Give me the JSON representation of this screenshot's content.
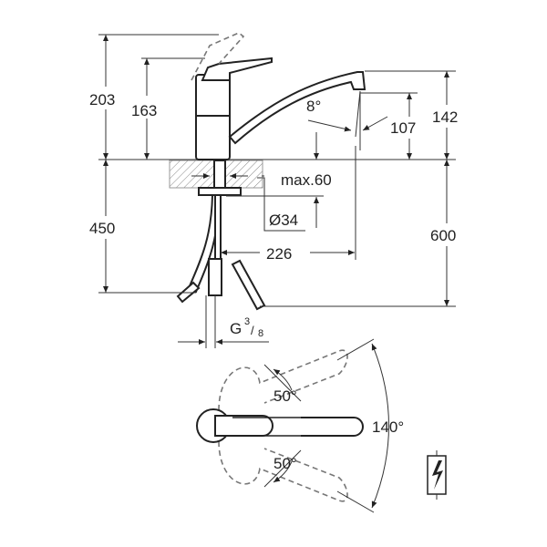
{
  "side_view": {
    "dim_total_height": "203",
    "dim_lever_height": "163",
    "dim_spout_height": "142",
    "dim_spout_clearance": "107",
    "angle_spray": "8°",
    "dim_max_thickness": "max.60",
    "dim_hole_diameter": "Ø34",
    "dim_reach": "226",
    "dim_hose_left": "450",
    "dim_hose_right": "600",
    "connection_thread_main": "G",
    "connection_thread_num": "3",
    "connection_thread_den": "8"
  },
  "top_view": {
    "angle_upper": "50°",
    "angle_lower": "50°",
    "angle_total": "140°"
  },
  "symbol": {
    "icon": "high-pressure-lightning-icon"
  },
  "colors": {
    "line": "#222222",
    "dashed": "#777777"
  }
}
